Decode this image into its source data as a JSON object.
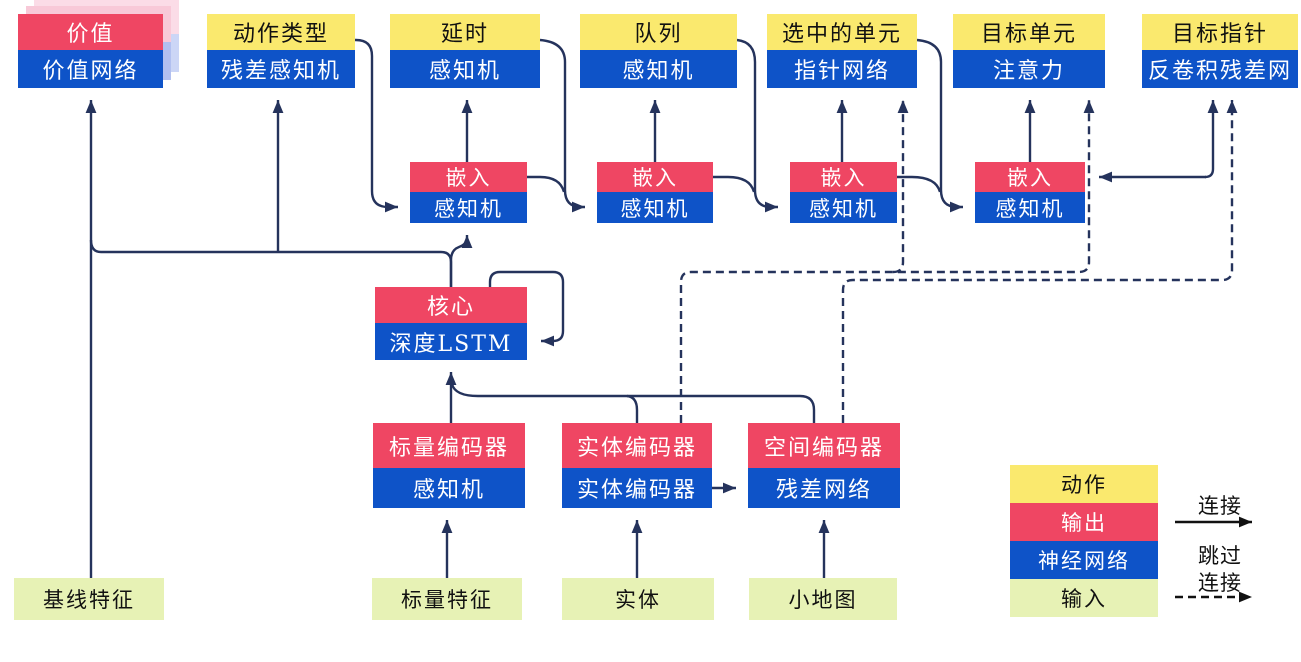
{
  "colors": {
    "action_yellow": "#fae96e",
    "output_red": "#ef4663",
    "network_blue": "#0e53c8",
    "input_green": "#e7f2b5",
    "line_navy": "#25335c",
    "legend_black": "#111111",
    "ghost_pink": "#f8c9d8",
    "ghost_pink_light": "#fbdce7",
    "ghost_blue": "#b2c0f0",
    "ghost_blue_light": "#ccd6f6"
  },
  "nodes": {
    "value": {
      "top": "价值",
      "bottom": "价值网络"
    },
    "action_type": {
      "top": "动作类型",
      "bottom": "残差感知机"
    },
    "delay": {
      "top": "延时",
      "bottom": "感知机"
    },
    "queue": {
      "top": "队列",
      "bottom": "感知机"
    },
    "selected_units": {
      "top": "选中的单元",
      "bottom": "指针网络"
    },
    "target_unit": {
      "top": "目标单元",
      "bottom": "注意力"
    },
    "target_pointer": {
      "top": "目标指针",
      "bottom": "反卷积残差网"
    },
    "embed1": {
      "top": "嵌入",
      "bottom": "感知机"
    },
    "embed2": {
      "top": "嵌入",
      "bottom": "感知机"
    },
    "embed3": {
      "top": "嵌入",
      "bottom": "感知机"
    },
    "embed4": {
      "top": "嵌入",
      "bottom": "感知机"
    },
    "core": {
      "top": "核心",
      "bottom": "深度LSTM"
    },
    "scalar_encoder": {
      "top": "标量编码器",
      "bottom": "感知机"
    },
    "entity_encoder": {
      "top": "实体编码器",
      "bottom": "实体编码器"
    },
    "spatial_encoder": {
      "top": "空间编码器",
      "bottom": "残差网络"
    },
    "baseline_features": {
      "label": "基线特征"
    },
    "scalar_features": {
      "label": "标量特征"
    },
    "entities": {
      "label": "实体"
    },
    "minimap": {
      "label": "小地图"
    }
  },
  "legend": {
    "action": "动作",
    "output": "输出",
    "network": "神经网络",
    "input": "输入",
    "connection": "连接",
    "skip_word1": "跳过",
    "skip_word2": "连接"
  }
}
